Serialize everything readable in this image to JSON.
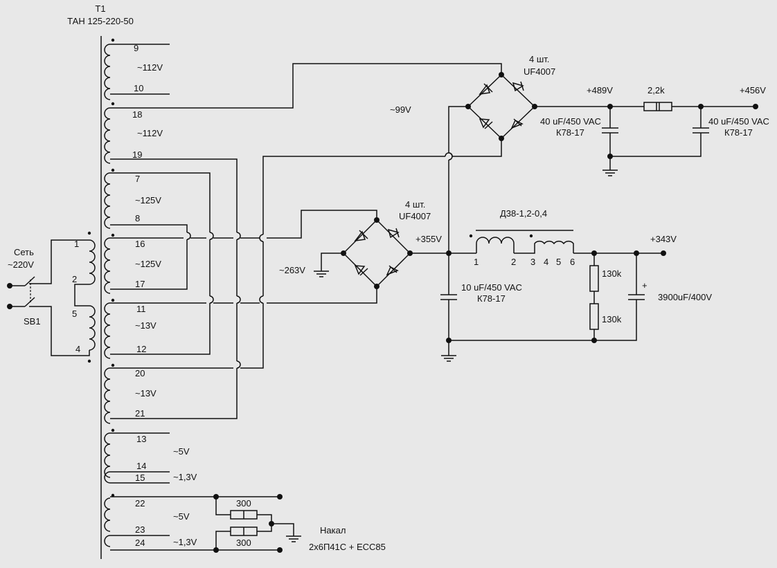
{
  "transformer": {
    "ref": "T1",
    "model": "ТАН 125-220-50"
  },
  "mains": {
    "label_line1": "Сеть",
    "label_line2": "~220V",
    "switch_ref": "SB1"
  },
  "primary_pins": [
    "1",
    "2",
    "5",
    "4"
  ],
  "secondary": {
    "w1": {
      "pin_top": "9",
      "pin_bot": "10",
      "voltage": "~112V"
    },
    "w2": {
      "pin_top": "18",
      "pin_bot": "19",
      "voltage": "~112V"
    },
    "w3": {
      "pin_top": "7",
      "pin_bot": "8",
      "voltage": "~125V"
    },
    "w4": {
      "pin_top": "16",
      "pin_bot": "17",
      "voltage": "~125V"
    },
    "w5": {
      "pin_top": "11",
      "pin_bot": "12",
      "voltage": "~13V"
    },
    "w6": {
      "pin_top": "20",
      "pin_bot": "21",
      "voltage": "~13V"
    },
    "w7": {
      "pin_top": "13",
      "pin_mid": "14",
      "pin_bot": "15",
      "voltage_main": "~5V",
      "voltage_tap": "~1,3V"
    },
    "w8": {
      "pin_top": "22",
      "pin_mid": "23",
      "pin_bot": "24",
      "voltage_main": "~5V",
      "voltage_tap": "~1,3V"
    }
  },
  "upper_rectifier": {
    "count": "4 шт.",
    "diode": "UF4007",
    "ac_label": "~99V",
    "out_label": "+489V",
    "resistor": "2,2k",
    "final_label": "+456V",
    "cap1_val": "40 uF/450 VAC",
    "cap1_type": "К78-17",
    "cap2_val": "40 uF/450 VAC",
    "cap2_type": "К78-17"
  },
  "lower_rectifier": {
    "count": "4 шт.",
    "diode": "UF4007",
    "ac_label": "~263V",
    "out_label": "+355V",
    "cap_val": "10 uF/450 VAC",
    "cap_type": "К78-17",
    "choke": "Д38-1,2-0,4",
    "choke_pins": [
      "1",
      "2",
      "3",
      "4",
      "5",
      "6"
    ],
    "out2_label": "+343V",
    "r1": "130k",
    "r2": "130k",
    "ecap_plus": "+",
    "ecap": "3900uF/400V"
  },
  "heater": {
    "r1": "300",
    "r2": "300",
    "label_line1": "Накал",
    "label_line2": "2х6П41С + ЕСС85"
  }
}
